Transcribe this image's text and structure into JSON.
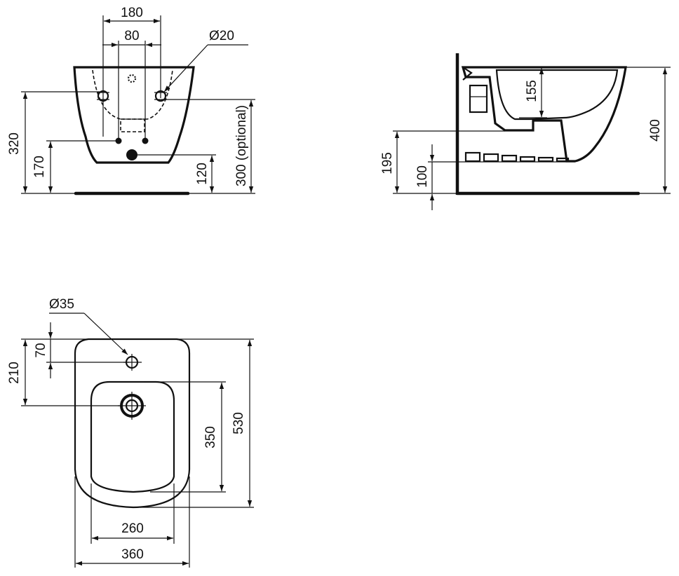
{
  "front_view": {
    "dim_width_outer": "180",
    "dim_width_inner": "80",
    "dim_hole_diameter": "Ø20",
    "dim_height_total": "320",
    "dim_height_inlet": "170",
    "dim_height_outlet": "120",
    "dim_height_optional": "300 (optional)"
  },
  "side_view": {
    "dim_depth_inner": "155",
    "dim_height_total": "400",
    "dim_height_connection": "195",
    "dim_height_outlet": "100"
  },
  "top_view": {
    "dim_tap_hole_diameter": "Ø35",
    "dim_tap_hole_offset": "70",
    "dim_drain_offset": "210",
    "dim_bowl_length": "350",
    "dim_total_length": "530",
    "dim_bowl_width": "260",
    "dim_total_width": "360"
  }
}
